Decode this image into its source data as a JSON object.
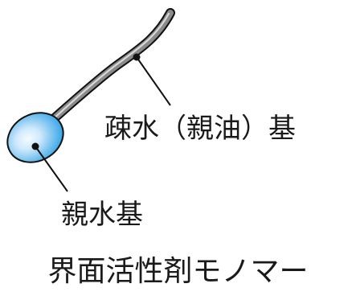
{
  "labels": {
    "hydrophobic_group": "疎水（親油）基",
    "hydrophilic_group": "親水基",
    "caption": "界面活性剤モノマー"
  },
  "icons": {
    "tail": "hydrocarbon-tail-icon",
    "head": "polar-head-icon"
  },
  "colors": {
    "head_fill_center": "#e8f6ff",
    "head_fill_edge": "#38a6e8",
    "tail_fill": "#8a8a8a",
    "tail_highlight": "#d8d8d8",
    "outline": "#111111",
    "text": "#1a1a1a"
  }
}
